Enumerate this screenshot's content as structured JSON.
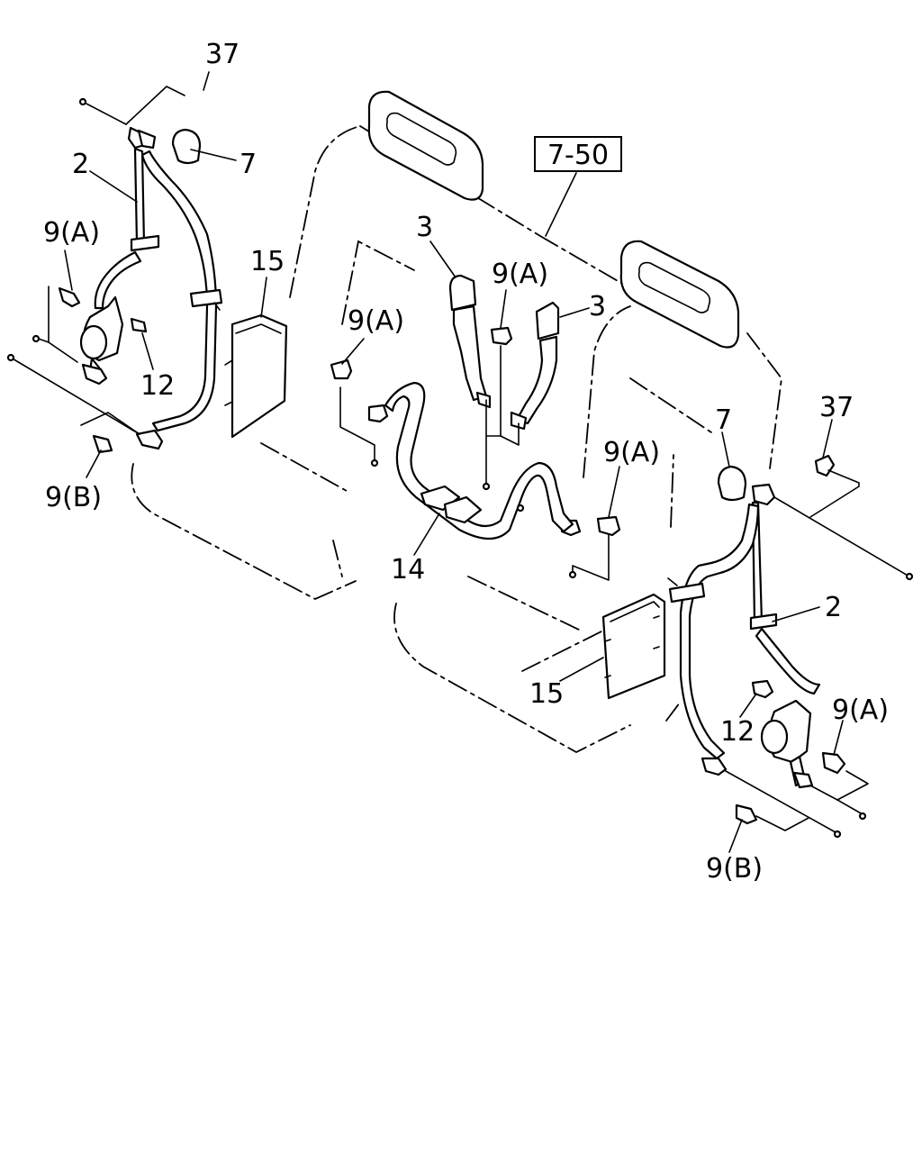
{
  "labels": {
    "ref_box": "7-50",
    "part_37_left": "37",
    "part_7_left": "7",
    "part_2_left": "2",
    "part_9a_left": "9(A)",
    "part_12_left": "12",
    "part_9b_left": "9(B)",
    "part_15_left": "15",
    "part_9a_center_left": "9(A)",
    "part_3_left": "3",
    "part_9a_center": "9(A)",
    "part_3_right": "3",
    "part_14": "14",
    "part_9a_center_right": "9(A)",
    "part_15_right": "15",
    "part_7_right": "7",
    "part_37_right": "37",
    "part_2_right": "2",
    "part_12_right": "12",
    "part_9a_right": "9(A)",
    "part_9b_right": "9(B)"
  }
}
